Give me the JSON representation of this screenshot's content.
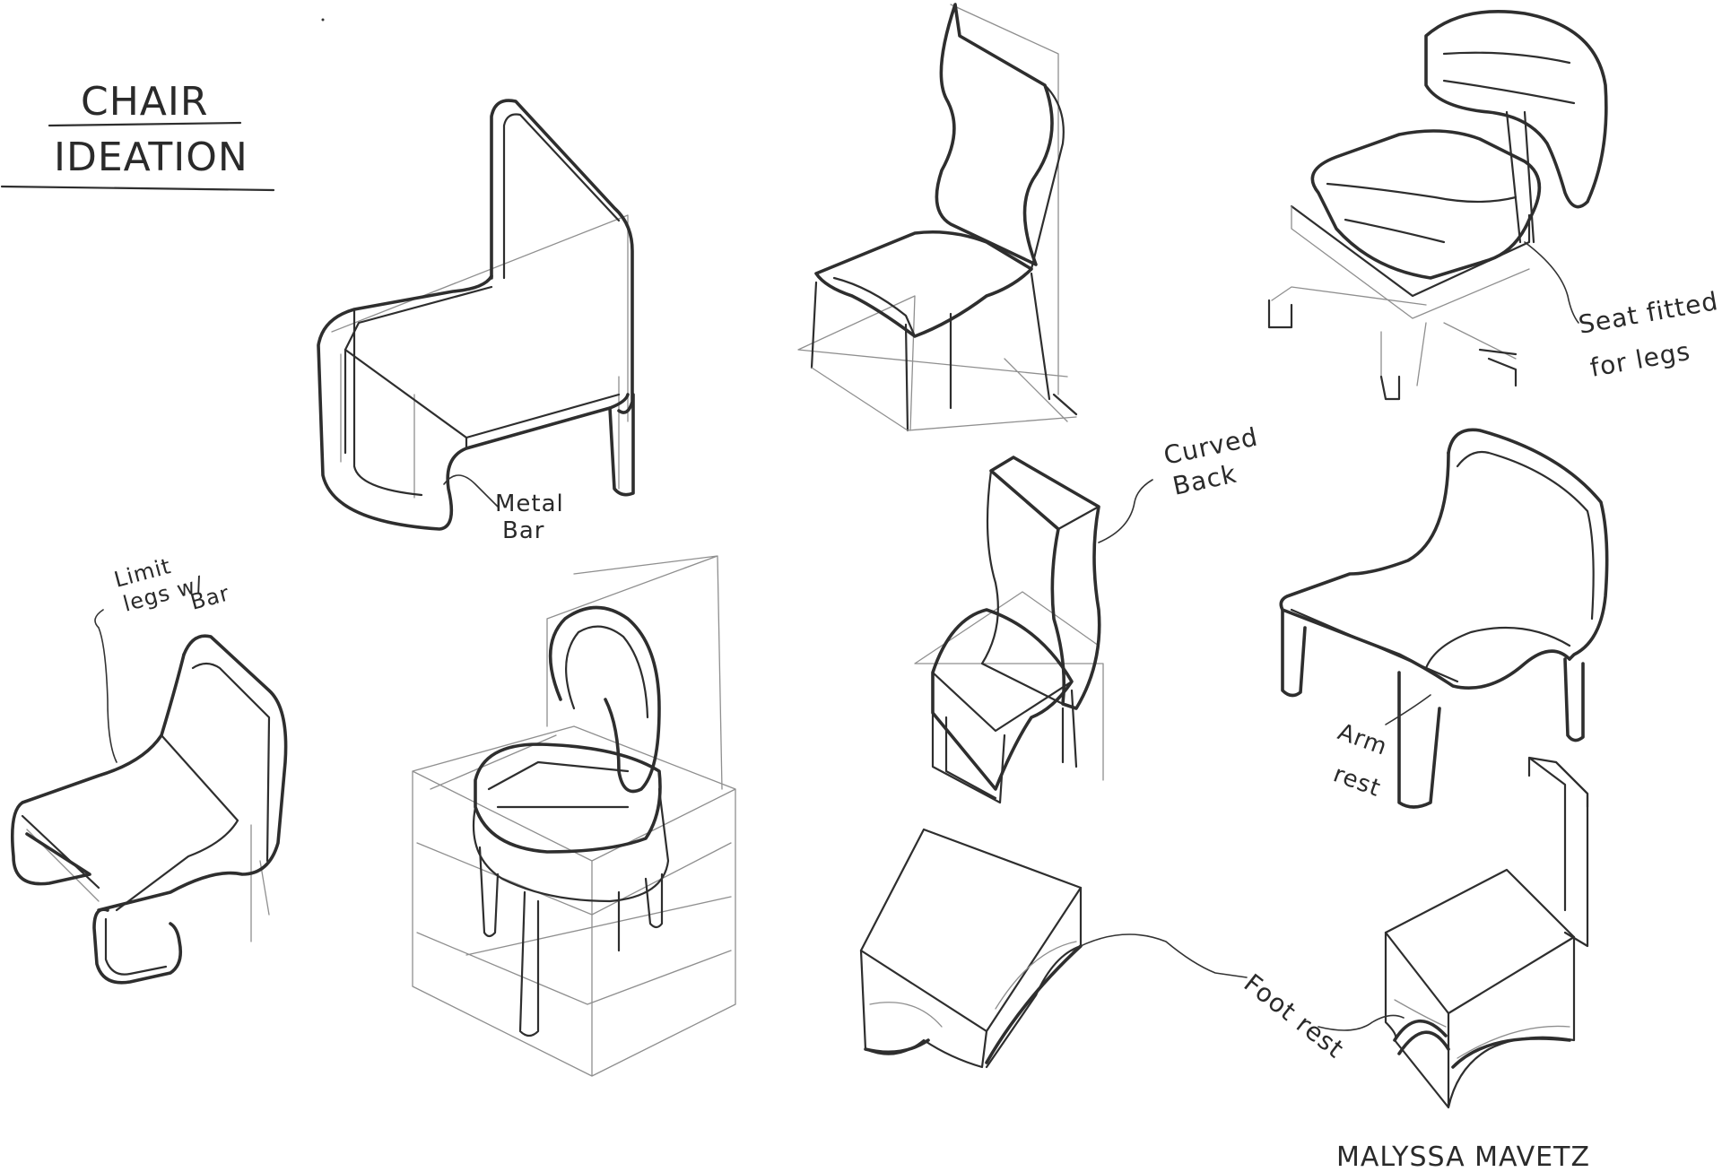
{
  "title": {
    "line1": "CHAIR",
    "line2": "IDEATION"
  },
  "annotations": {
    "metal_bar_1": "Metal",
    "metal_bar_2": "Bar",
    "seat_fitted_1": "Seat fitted",
    "seat_fitted_2": "for legs",
    "curved_back_1": "Curved",
    "curved_back_2": "Back",
    "limit_legs_1": "Limit",
    "limit_legs_2": "legs w/",
    "limit_legs_3": "Bar",
    "arm_rest_1": "Arm",
    "arm_rest_2": "rest",
    "foot_rest": "Foot rest"
  },
  "signature": "MALYSSA MAVETZ",
  "colors": {
    "paper": "#ffffff",
    "ink": "#2e2e2e",
    "guide": "#8f8f8f"
  }
}
